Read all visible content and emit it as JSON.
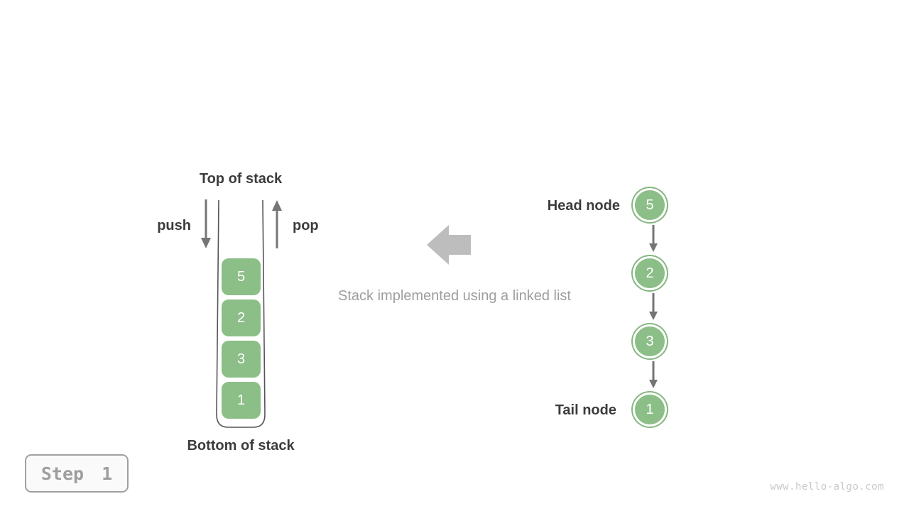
{
  "stack": {
    "top_label": "Top of stack",
    "bottom_label": "Bottom of stack",
    "push_label": "push",
    "pop_label": "pop",
    "items": [
      "5",
      "2",
      "3",
      "1"
    ]
  },
  "caption": "Stack implemented using a linked list",
  "linked_list": {
    "head_label": "Head node",
    "tail_label": "Tail node",
    "nodes": [
      "5",
      "2",
      "3",
      "1"
    ]
  },
  "step_badge": {
    "label": "Step 1"
  },
  "watermark": "www.hello-algo.com",
  "colors": {
    "node_green": "#8cbe87",
    "node_ring_green": "#86b681",
    "arrow_gray": "#757575",
    "block_arrow_gray": "#bdbdbd",
    "container_stroke": "#555555",
    "label_dark": "#3c3c3c",
    "muted_gray": "#9e9e9e",
    "watermark_gray": "#c9c9c9"
  }
}
